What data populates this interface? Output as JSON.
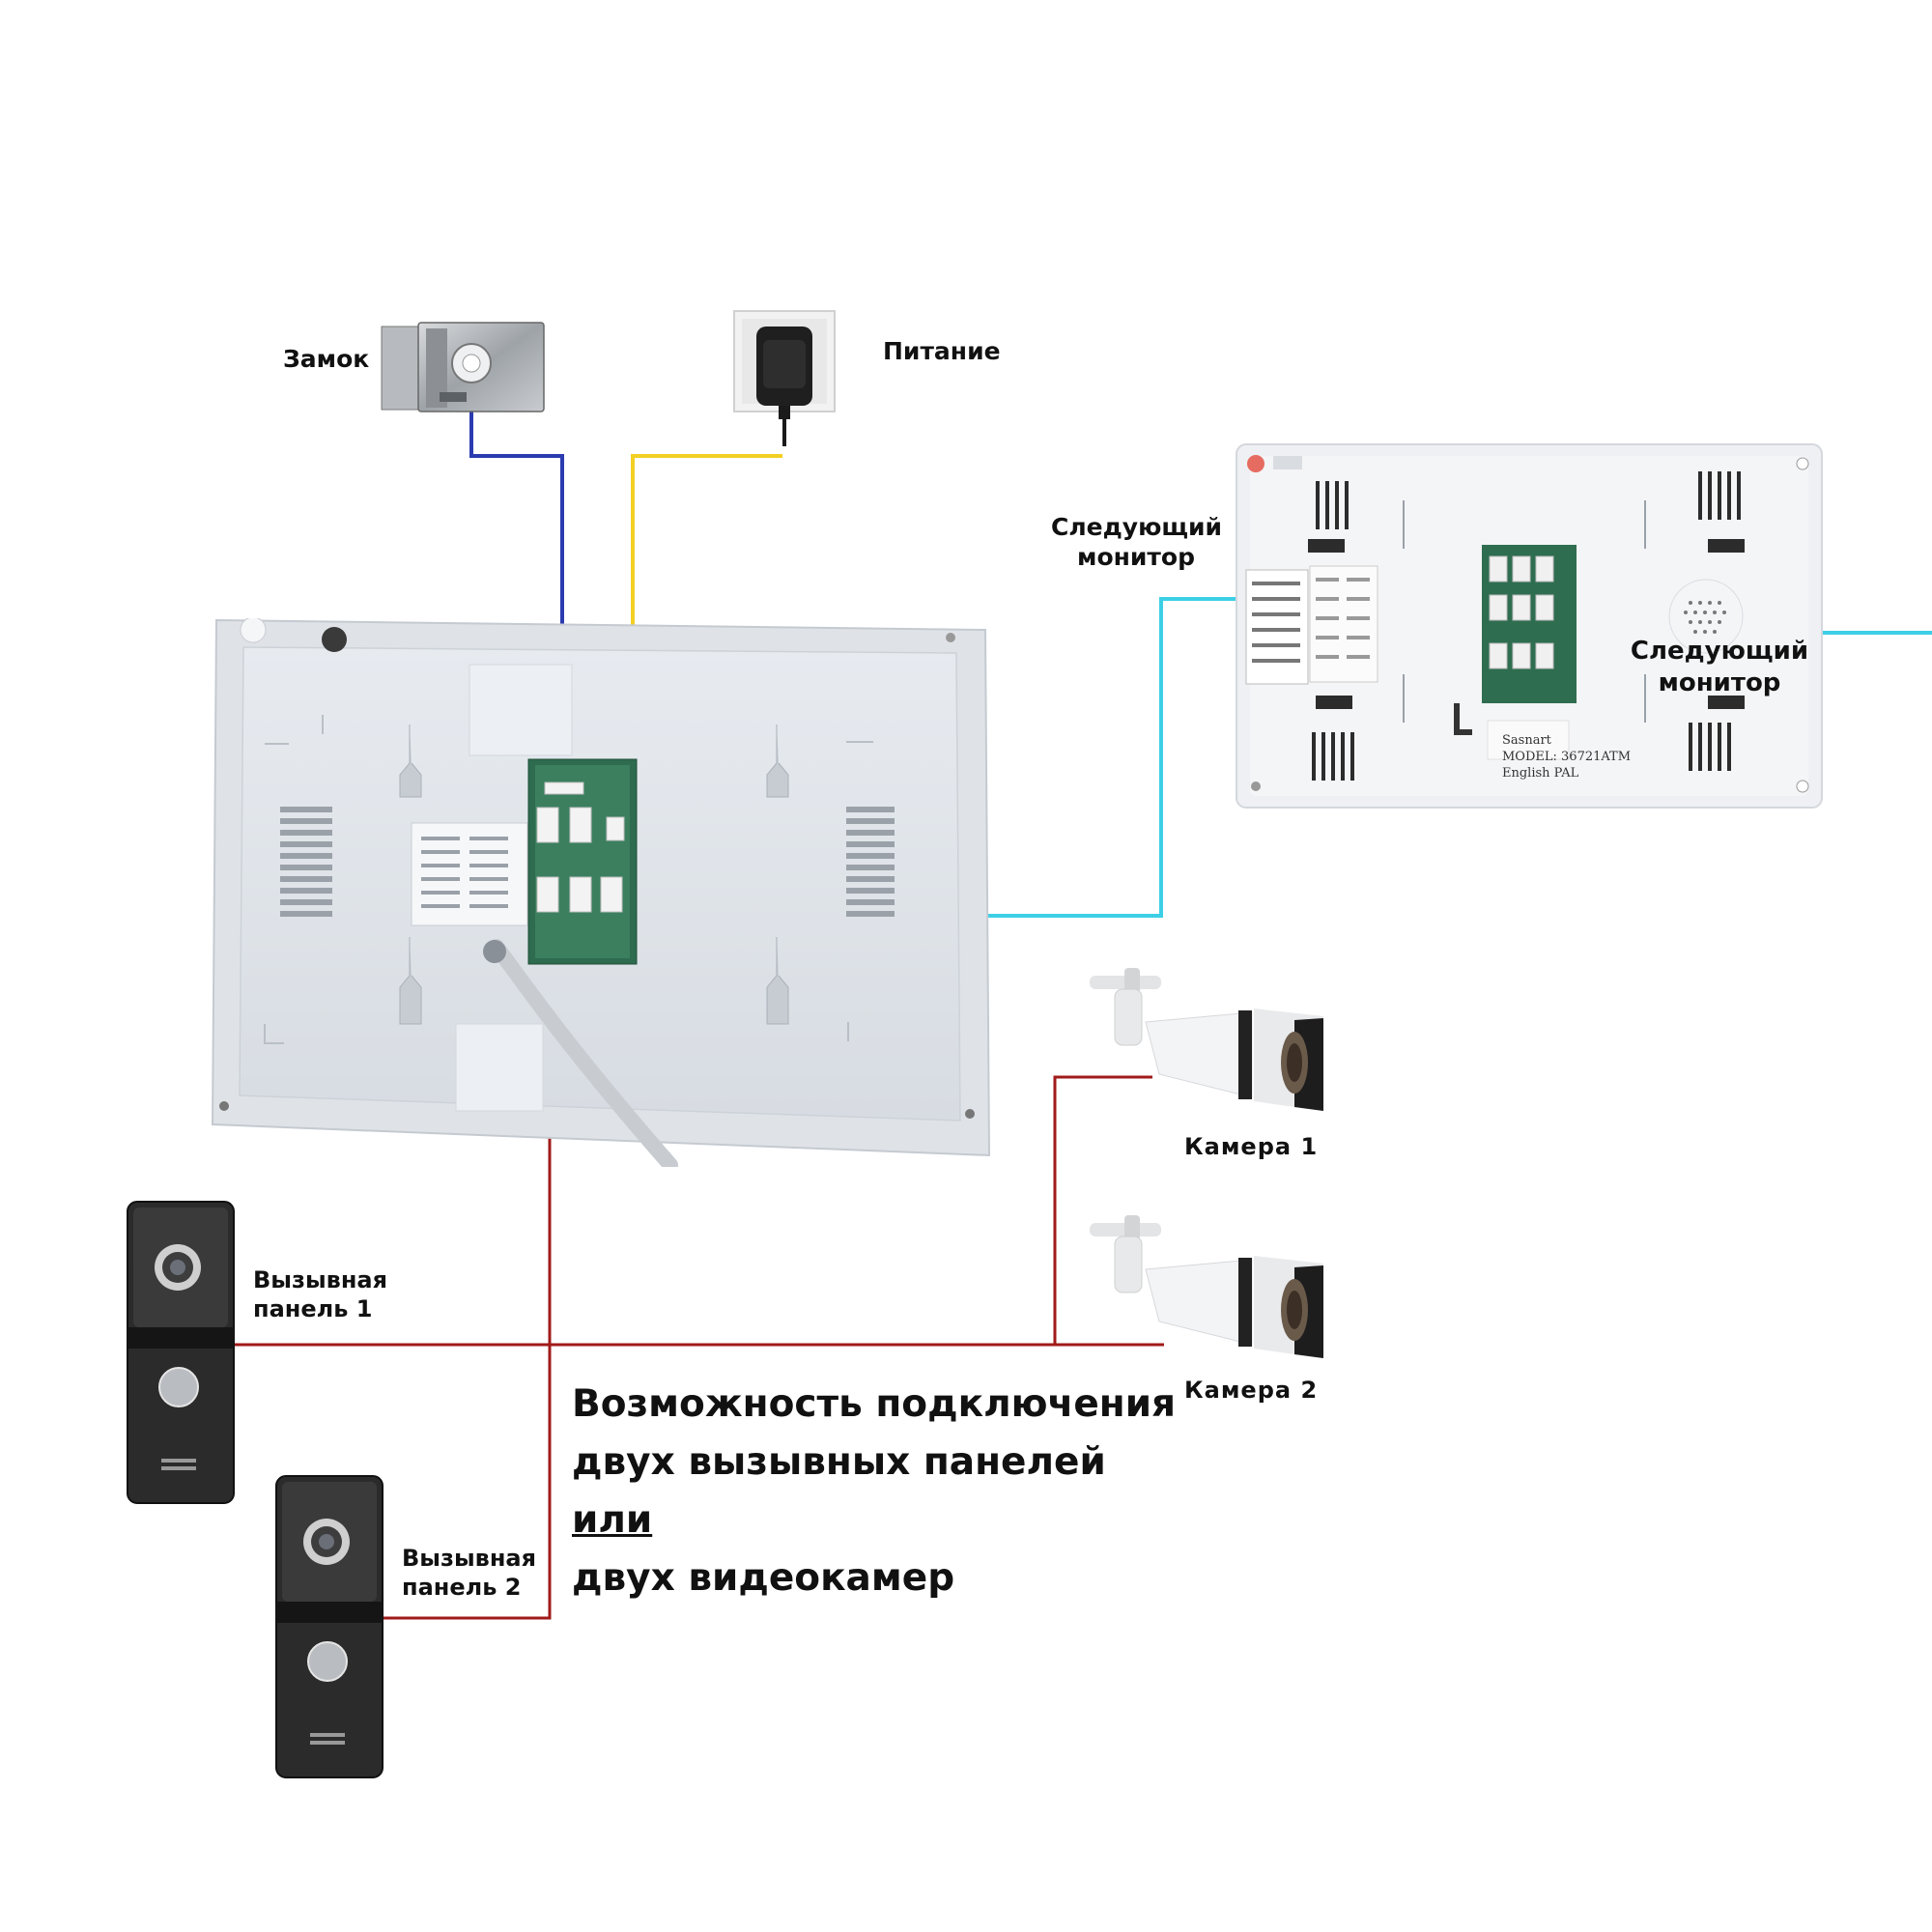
{
  "labels": {
    "lock": "Замок",
    "power": "Питание",
    "next_monitor_left": "Следующий монитор",
    "next_monitor_right": "Следующий монитор",
    "camera1": "Камера 1",
    "camera2": "Камера 2",
    "panel1": "Вызывная панель 1",
    "panel2": "Вызывная панель 2"
  },
  "monitor2_sticker": {
    "brand": "Sasnart",
    "model": "MODEL: 36721ATM",
    "system": "English PAL"
  },
  "caption": {
    "line1": "Возможность подключения",
    "line2": "двух вызывных панелей",
    "line3": "или",
    "line4": "двух видеокамер"
  },
  "wire_colors": {
    "lock": "#2b3bb0",
    "power": "#f2d024",
    "monitor_link": "#3ccfe6",
    "video": "#a11a1a"
  }
}
